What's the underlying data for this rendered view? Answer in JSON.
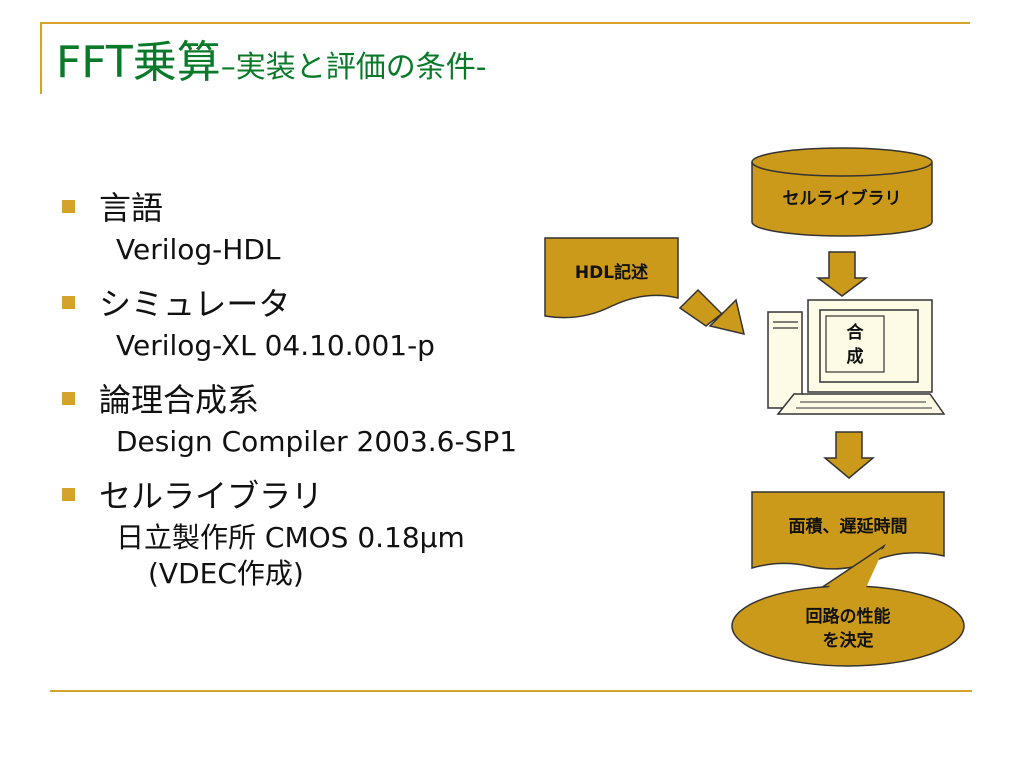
{
  "title": {
    "main": "FFT乗算",
    "sub": "–実装と評価の条件-"
  },
  "bullets": [
    {
      "label": "言語",
      "lines": [
        "Verilog-HDL"
      ]
    },
    {
      "label": "シミュレータ",
      "lines": [
        "Verilog-XL 04.10.001-p"
      ]
    },
    {
      "label": "論理合成系",
      "lines": [
        "Design Compiler 2003.6-SP1"
      ]
    },
    {
      "label": "セルライブラリ",
      "lines": [
        "日立製作所 CMOS 0.18μm",
        "(VDEC作成)"
      ]
    }
  ],
  "diagram": {
    "cell_library": "セルライブラリ",
    "hdl": "HDL記述",
    "synthesis": "合\n成",
    "synthesis_top": "合",
    "synthesis_bottom": "成",
    "result": "面積、遅延時間",
    "decision_line1": "回路の性能",
    "decision_line2": "を決定"
  },
  "colors": {
    "accent": "#d4a32a",
    "title": "#0a7a2a",
    "shape_fill": "#cc9a1a",
    "shape_stroke": "#333333"
  }
}
